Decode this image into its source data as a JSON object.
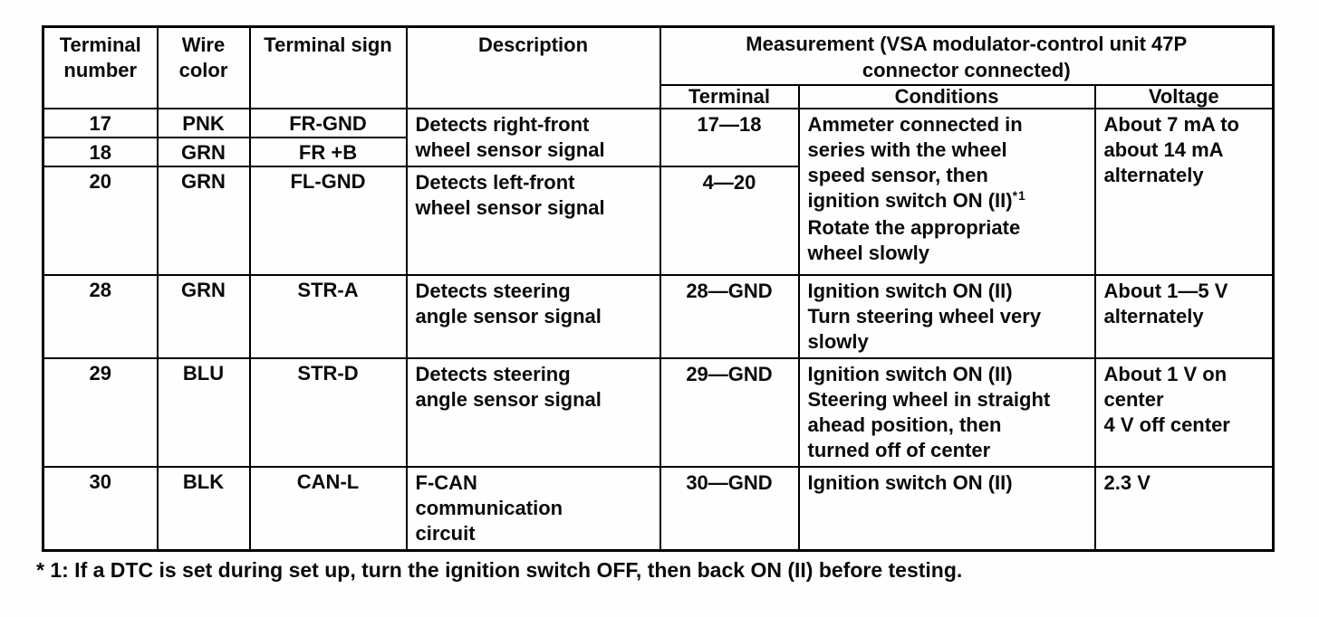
{
  "header": {
    "terminal_number": "Terminal\nnumber",
    "wire_color": "Wire\ncolor",
    "terminal_sign": "Terminal sign",
    "description": "Description",
    "measurement": "Measurement (VSA modulator-control unit 47P\nconnector connected)",
    "sub_terminal": "Terminal",
    "sub_conditions": "Conditions",
    "sub_voltage": "Voltage"
  },
  "rows": {
    "r17": {
      "number": "17",
      "wire": "PNK",
      "sign": "FR-GND"
    },
    "r18": {
      "number": "18",
      "wire": "GRN",
      "sign": "FR +B"
    },
    "r20": {
      "number": "20",
      "wire": "GRN",
      "sign": "FL-GND"
    },
    "r28": {
      "number": "28",
      "wire": "GRN",
      "sign": "STR-A"
    },
    "r29": {
      "number": "29",
      "wire": "BLU",
      "sign": "STR-D"
    },
    "r30": {
      "number": "30",
      "wire": "BLK",
      "sign": "CAN-L"
    },
    "desc_fr": "Detects right-front\nwheel sensor signal",
    "desc_fl": "Detects left-front\nwheel sensor signal",
    "desc_str": "Detects steering\nangle sensor signal",
    "desc_can": "F-CAN\ncommunication\ncircuit",
    "term_17_18": "17—18",
    "term_4_20": "4—20",
    "term_28": "28—GND",
    "term_29": "29—GND",
    "term_30": "30—GND",
    "cond1_pre": "Ammeter connected in\nseries with the wheel\nspeed sensor, then\nignition switch ON (II)",
    "cond1_sup": "*1",
    "cond1_post": "\nRotate the appropriate\nwheel slowly",
    "cond28": "Ignition switch ON (II)\nTurn steering wheel very\nslowly",
    "cond29": "Ignition switch ON (II)\nSteering wheel in straight\nahead position, then\nturned off of center",
    "cond30": "Ignition switch ON (II)",
    "volt1": "About 7 mA to\nabout 14 mA\nalternately",
    "volt28": "About 1—5 V\nalternately",
    "volt29": "About 1 V on\ncenter\n4 V off center",
    "volt30": "2.3 V"
  },
  "footnote": "* 1: If a DTC is set during set up, turn the ignition switch OFF, then back ON (II) before testing."
}
